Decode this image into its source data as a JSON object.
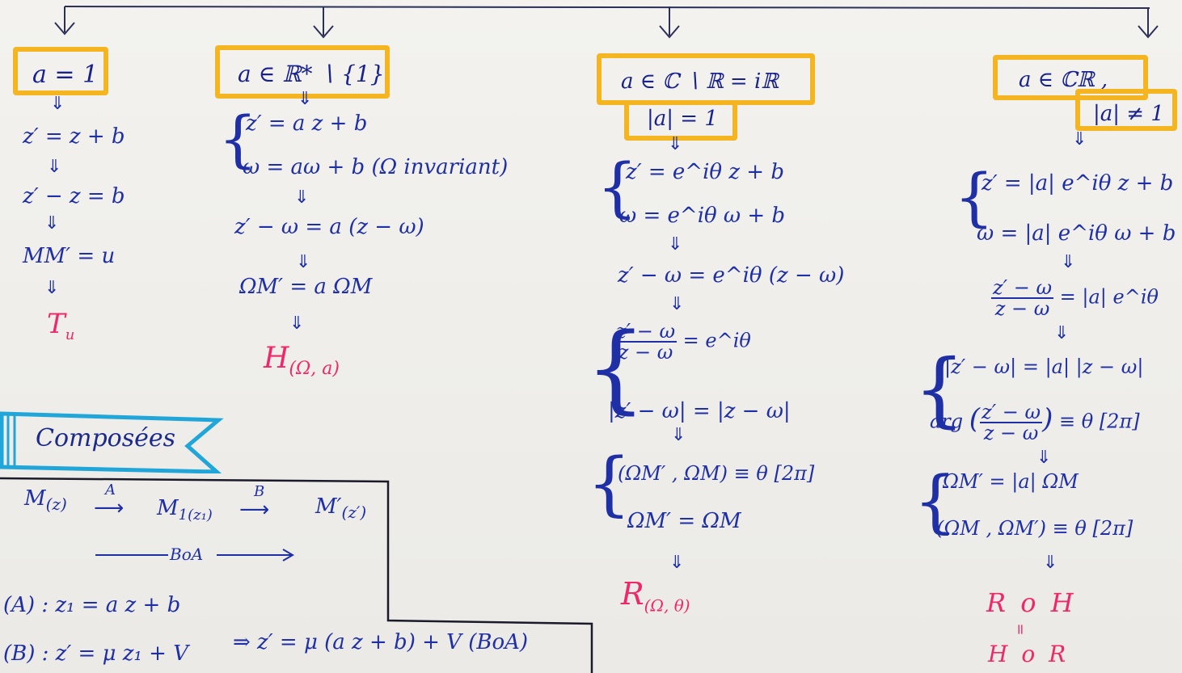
{
  "colors": {
    "ink": "#1f2fa6",
    "highlight": "#f5b520",
    "result": "#f0286a",
    "banner": "#20a6d8",
    "paper": "#efeeea"
  },
  "col1": {
    "header": "a = 1",
    "l1": "z′ = z + b",
    "l2": "z′ − z = b",
    "l3": "MM′ = u",
    "result": "T",
    "result_sub": "u"
  },
  "col2": {
    "header": "a ∈ ℝ* ∖ {1}",
    "sys1": "z′ = a z + b",
    "sys2": "ω = aω + b  (Ω invariant)",
    "l1": "z′ − ω = a (z − ω)",
    "l2": "ΩM′ = a ΩM",
    "result": "H",
    "result_sub": "(Ω, a)"
  },
  "col3": {
    "header1": "a ∈ ℂ ∖ ℝ = iℝ",
    "header2": "|a| = 1",
    "sys1": "z′ = e^iθ z + b",
    "sys2": "ω = e^iθ ω + b",
    "l1": "z′ − ω = e^iθ (z − ω)",
    "f_num": "z′ − ω",
    "f_den": "z − ω",
    "f_rhs": "= e^iθ",
    "mod": "|z′ − ω| = |z − ω|",
    "ang": "(ΩM′ , ΩM) ≡ θ [2π]",
    "eq": "ΩM′ = ΩM",
    "result": "R",
    "result_sub": "(Ω, θ)"
  },
  "col4": {
    "header1": "a ∈ ℂℝ ,",
    "header2": "|a| ≠ 1",
    "sys1": "z′ = |a| e^iθ z + b",
    "sys2": "ω = |a| e^iθ ω + b",
    "f_num": "z′ − ω",
    "f_den": "z − ω",
    "f_rhs": "= |a| e^iθ",
    "mod": "|z′ − ω| = |a| |z − ω|",
    "arg_lbl": "arg",
    "arg_rhs": "≡ θ [2π]",
    "sm1": "ΩM′ = |a| ΩM",
    "sm2": "(ΩM , ΩM′) ≡ θ [2π]",
    "result1": "R o H",
    "result_eq": "=",
    "result2": "H o R"
  },
  "composees": {
    "banner": "Composées",
    "m": "M",
    "m_sub": "(z)",
    "a_lbl": "A",
    "m1": "M",
    "m1_sub": "1(z₁)",
    "b_lbl": "B",
    "m2": "M′",
    "m2_sub": "(z′)",
    "boa": "BoA",
    "lineA": "(A) :  z₁ = a z + b",
    "lineB": "(B) :  z′ = μ z₁ + V",
    "result": "⇒  z′ = μ (a z + b) + V   (BoA)"
  }
}
